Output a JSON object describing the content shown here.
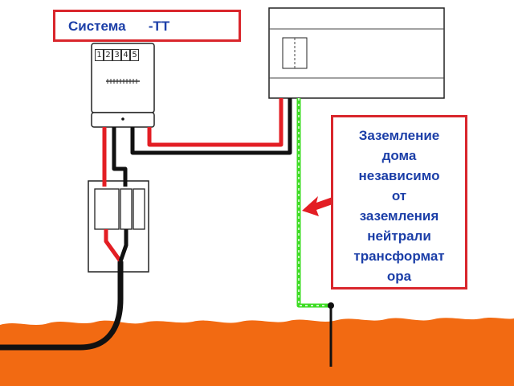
{
  "title": "Система      -ТТ",
  "meter": {
    "digits": [
      "1",
      "2",
      "3",
      "4",
      "5"
    ]
  },
  "note": {
    "lines": [
      "Заземление",
      "дома",
      "независимо",
      "от",
      "заземления",
      "нейтрали",
      "трансформат",
      "ора"
    ]
  },
  "colors": {
    "frame_red": "#d9262c",
    "text_blue": "#1c3fa8",
    "phase_wire": "#e31e24",
    "neutral_wire": "#111111",
    "ground_wire": "#3ddc23",
    "earth": "#f26a12"
  }
}
